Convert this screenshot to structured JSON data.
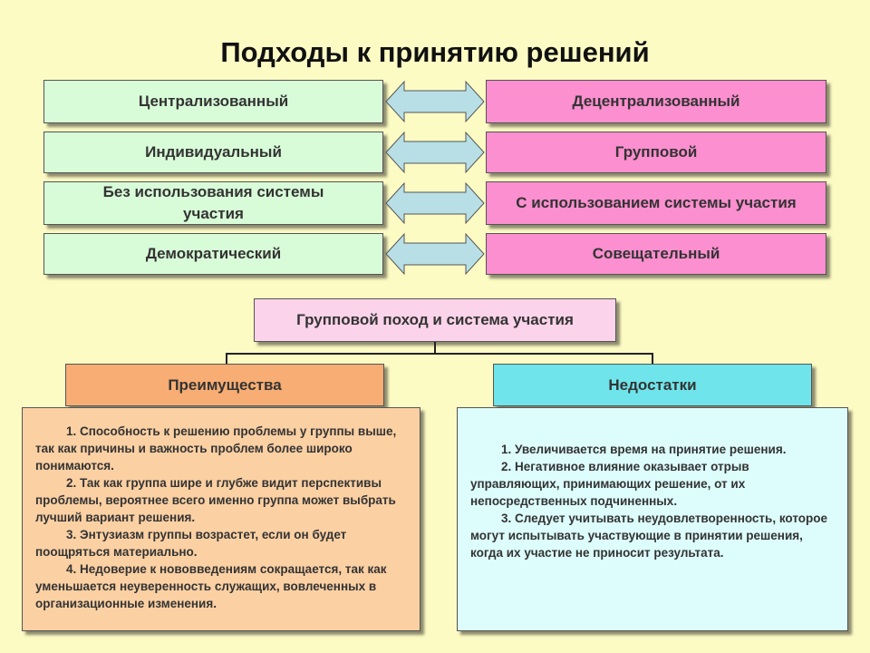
{
  "title": "Подходы к принятию решений",
  "pairs": [
    {
      "left": "Централизованный",
      "right": "Децентрализованный"
    },
    {
      "left": "Индивидуальный",
      "right": "Групповой"
    },
    {
      "left": "Без использования системы участия",
      "right": "С использованием системы участия"
    },
    {
      "left": "Демократический",
      "right": "Совещательный"
    }
  ],
  "center": "Групповой поход и система участия",
  "advantages": {
    "heading": "Преимущества",
    "items": [
      "1. Способность к решению проблемы у группы выше, так как причины и важность проблем более широко понимаются.",
      "2. Так как группа шире и глубже видит перспективы проблемы, вероятнее всего именно группа может выбрать лучший вариант решения.",
      "3. Энтузиазм группы возрастет, если он будет поощряться материально.",
      "4. Недоверие к нововведениям сокращается, так как уменьшается неуверенность служащих, вовлеченных в организационные изменения."
    ]
  },
  "disadvantages": {
    "heading": "Недостатки",
    "items": [
      "1. Увеличивается время на принятие решения.",
      "2. Негативное влияние оказывает отрыв управляющих, принимающих решение, от их непосредственных подчиненных.",
      "3. Следует учитывать неудовлетворенность, которое могут испытывать участвующие в принятии решения, когда их участие не приносит результата."
    ]
  },
  "colors": {
    "background": "#fdfbc4",
    "left_boxes": "#d8fbd8",
    "right_boxes": "#fb8fcf",
    "center_box": "#fbd3ea",
    "advantages_header": "#f7ad73",
    "advantages_body": "#fbd0a3",
    "disadvantages_header": "#6fe4ea",
    "disadvantages_body": "#ddfcfc",
    "arrows": "#b8dfe6"
  },
  "icons": {
    "pair_connector": "double-headed-arrow-icon"
  }
}
